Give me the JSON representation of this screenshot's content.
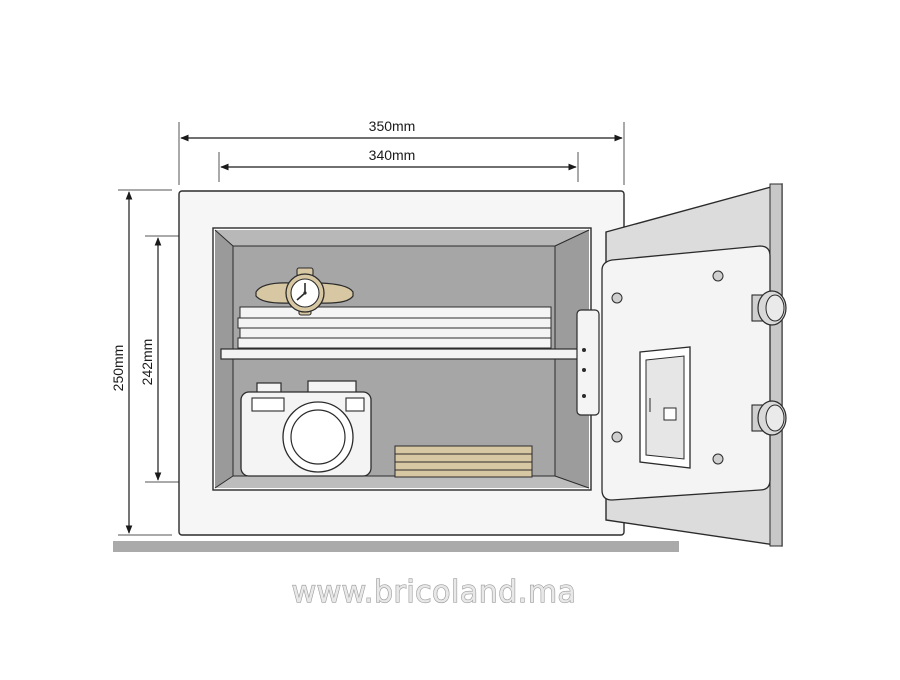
{
  "dimensions": {
    "outer_width": "350mm",
    "inner_width": "340mm",
    "outer_height": "250mm",
    "inner_height": "242mm"
  },
  "watermark": "www.bricoland.ma",
  "colors": {
    "outline": "#2b2b2b",
    "interior": "#a6a6a6",
    "body": "#f6f6f6",
    "floor": "#aaaaaa",
    "door_panel": "#dcdcdc",
    "wood": "#d8c7a3"
  },
  "icons": [
    "watch-icon",
    "camera-icon",
    "keypad-icon"
  ]
}
